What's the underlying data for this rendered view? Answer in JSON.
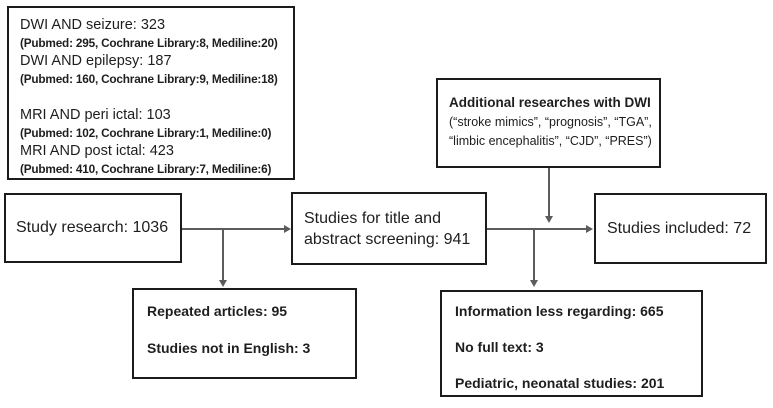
{
  "diagram": {
    "type": "study-selection-flowchart",
    "colors": {
      "background": "#ffffff",
      "box_border": "#1b1b1b",
      "text": "#1e1e1e",
      "arrow": "#5c5c5c"
    },
    "keywords_box": {
      "line1": "DWI AND seizure: 323",
      "line1_detail": "(Pubmed: 295, Cochrane Library:8, Mediline:20)",
      "line2": "DWI AND epilepsy: 187",
      "line2_detail": "(Pubmed: 160, Cochrane Library:9, Mediline:18)",
      "line3": "MRI AND peri ictal: 103",
      "line3_detail": "(Pubmed: 102, Cochrane Library:1, Mediline:0)",
      "line4": "MRI AND post ictal: 423",
      "line4_detail": "(Pubmed: 410, Cochrane Library:7, Mediline:6)"
    },
    "additional_box": {
      "title": "Additional researches with DWI",
      "terms_line1": "(“stroke mimics”, “prognosis”, “TGA”,",
      "terms_line2": "“limbic encephalitis”, “CJD”, “PRES”)"
    },
    "study_research_box": {
      "label": "Study research: 1036"
    },
    "screening_box": {
      "label": "Studies for title and abstract screening: 941"
    },
    "included_box": {
      "label": "Studies included: 72"
    },
    "excluded_left_box": {
      "line1": "Repeated articles: 95",
      "line2": "Studies not in English: 3"
    },
    "excluded_right_box": {
      "line1": "Information less regarding: 665",
      "line2": "No full text: 3",
      "line3": "Pediatric, neonatal studies: 201"
    }
  }
}
